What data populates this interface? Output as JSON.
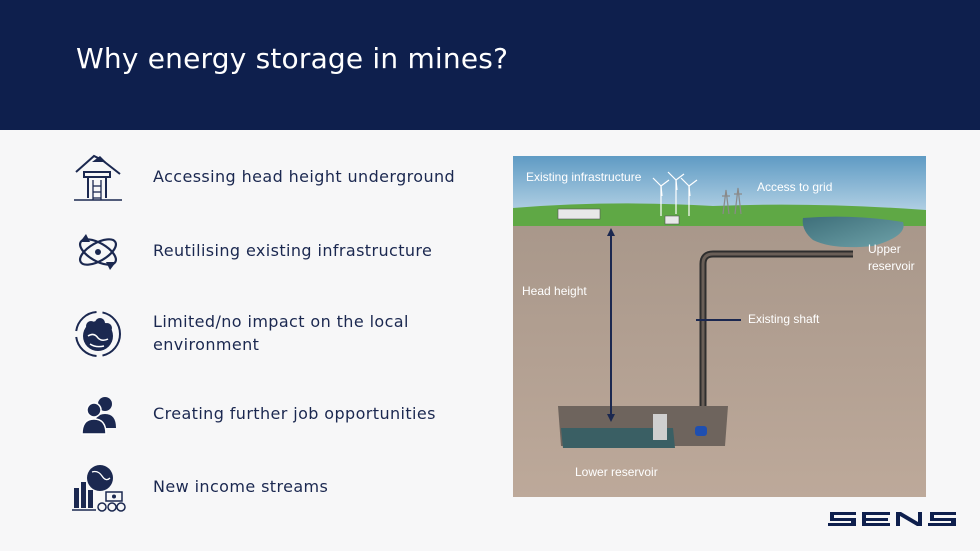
{
  "slide": {
    "title": "Why energy storage in mines?"
  },
  "benefits": [
    {
      "icon": "mine-entrance-icon",
      "label": "Accessing head height underground"
    },
    {
      "icon": "recycle-infrastructure-icon",
      "label": "Reutilising existing infrastructure"
    },
    {
      "icon": "environment-globe-icon",
      "label": "Limited/no impact on the local environment",
      "line1": "Limited/no impact on the local",
      "line2": "environment"
    },
    {
      "icon": "people-icon",
      "label": "Creating further job opportunities"
    },
    {
      "icon": "income-icon",
      "label": "New income streams"
    }
  ],
  "diagram": {
    "labels": {
      "existing_infrastructure": "Existing infrastructure",
      "access_to_grid": "Access to grid",
      "upper_reservoir_1": "Upper",
      "upper_reservoir_2": "reservoir",
      "head_height": "Head height",
      "existing_shaft": "Existing shaft",
      "lower_reservoir": "Lower reservoir"
    }
  },
  "logo": {
    "text": "SENS",
    "color": "#0e1f4d"
  }
}
